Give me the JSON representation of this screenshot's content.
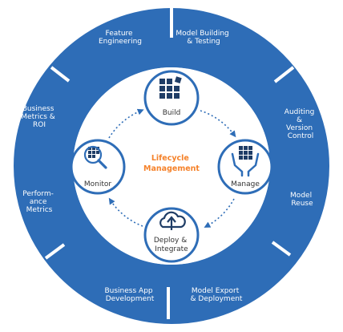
{
  "diagram": {
    "center": {
      "line1": "Lifecycle",
      "line2": "Management"
    },
    "stages": {
      "build": {
        "label": "Build"
      },
      "manage": {
        "label": "Manage"
      },
      "deploy": {
        "line1": "Deploy &",
        "line2": "Integrate"
      },
      "monitor": {
        "label": "Monitor"
      }
    },
    "ring": {
      "feature_engineering": {
        "line1": "Feature",
        "line2": "Engineering"
      },
      "model_building": {
        "line1": "Model Building",
        "line2": "& Testing"
      },
      "auditing": {
        "line1": "Auditing",
        "line2": "&",
        "line3": "Version",
        "line4": "Control"
      },
      "model_reuse": {
        "line1": "Model",
        "line2": "Reuse"
      },
      "model_export": {
        "line1": "Model Export",
        "line2": "& Deployment"
      },
      "business_app": {
        "line1": "Business App",
        "line2": "Development"
      },
      "performance": {
        "line1": "Perform-",
        "line2": "ance",
        "line3": "Metrics"
      },
      "business_metrics": {
        "line1": "Business",
        "line2": "Metrics &",
        "line3": "ROI"
      }
    }
  },
  "colors": {
    "ring": "#2e6db7",
    "ring_dark": "#1f5499",
    "stage_border": "#2e6db7",
    "icon": "#1f3d66",
    "accent": "#f5822a",
    "dots": "#2e6db7"
  },
  "icons": {
    "build": "blocks-grid-icon",
    "manage": "hands-holding-grid-icon",
    "deploy": "cloud-upload-icon",
    "monitor": "magnifier-grid-icon"
  }
}
